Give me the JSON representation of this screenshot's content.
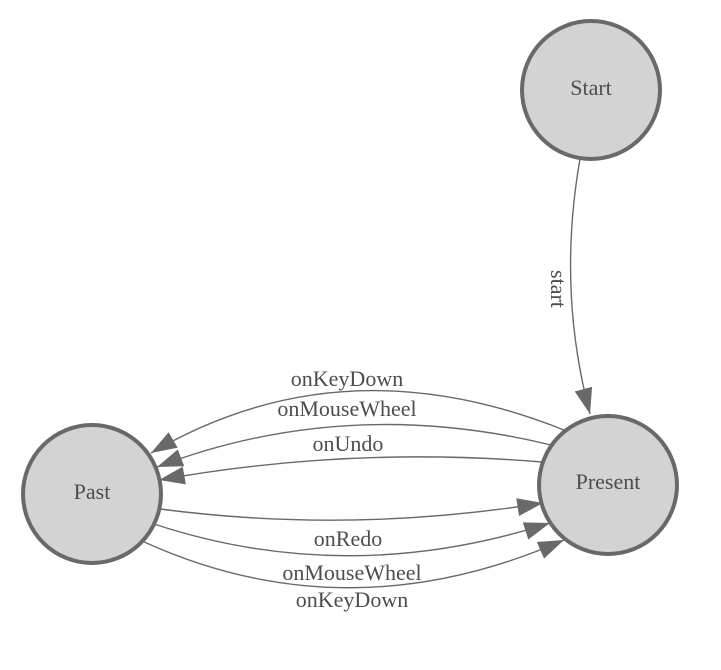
{
  "diagram": {
    "type": "state-machine",
    "nodes": [
      {
        "id": "Start",
        "label": "Start"
      },
      {
        "id": "Present",
        "label": "Present"
      },
      {
        "id": "Past",
        "label": "Past"
      }
    ],
    "edges": [
      {
        "from": "Start",
        "to": "Present",
        "label": "start"
      },
      {
        "from": "Present",
        "to": "Past",
        "label": "onKeyDown"
      },
      {
        "from": "Present",
        "to": "Past",
        "label": "onMouseWheel"
      },
      {
        "from": "Present",
        "to": "Past",
        "label": "onUndo"
      },
      {
        "from": "Past",
        "to": "Present",
        "label": "onRedo"
      },
      {
        "from": "Past",
        "to": "Present",
        "label": "onMouseWheel"
      },
      {
        "from": "Past",
        "to": "Present",
        "label": "onKeyDown"
      }
    ],
    "colors": {
      "background": "#ffffff",
      "node_fill": "#d3d3d3",
      "node_stroke": "#696969",
      "edge_stroke": "#696969",
      "arrow_fill": "#696969",
      "text": "#4d4d4d"
    }
  }
}
